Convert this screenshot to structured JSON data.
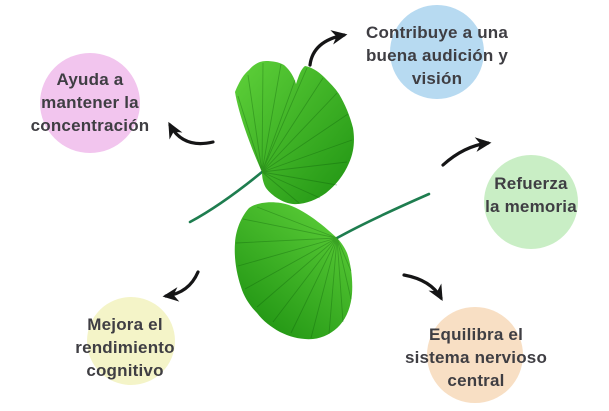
{
  "colors": {
    "background": "#ffffff",
    "text": "#3f3e43",
    "arrow": "#151516",
    "leaf_bright": "#5fd13a",
    "leaf_dark": "#1f9312",
    "stem": "#1e7d4f"
  },
  "center_image": {
    "name": "ginkgo-biloba-leaves",
    "description": "Two green ginkgo biloba fan-shaped leaves"
  },
  "benefits": [
    {
      "id": "concentracion",
      "label": "Ayuda a\nmantener la\nconcentración",
      "circle_color": "#f2c5ee"
    },
    {
      "id": "audicion-vision",
      "label": "Contribuye a una\nbuena audición y\nvisión",
      "circle_color": "#b7daf1"
    },
    {
      "id": "memoria",
      "label": "Refuerza\nla memoria",
      "circle_color": "#c9eec5"
    },
    {
      "id": "sistema-nervioso",
      "label": "Equilibra el\nsistema nervioso\ncentral",
      "circle_color": "#f8dfc4"
    },
    {
      "id": "rendimiento",
      "label": "Mejora el\nrendimiento\ncognitivo",
      "circle_color": "#f4f4c8"
    }
  ]
}
